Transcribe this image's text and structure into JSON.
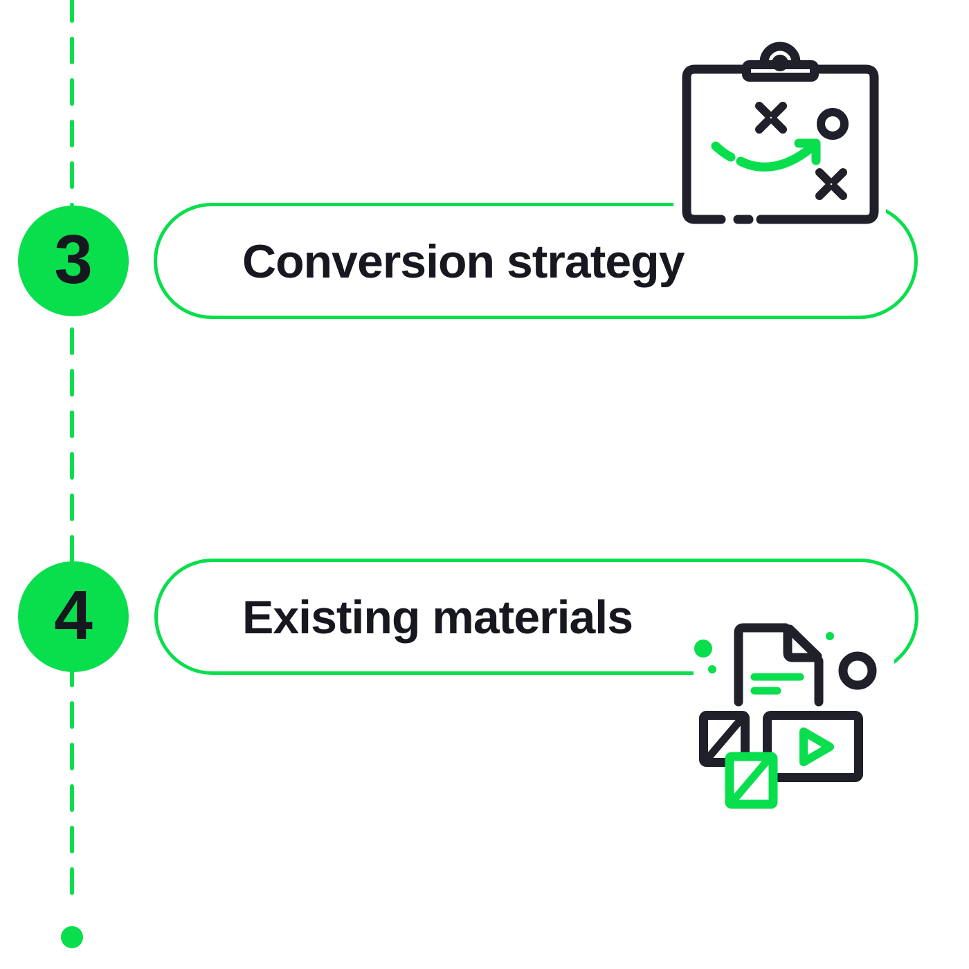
{
  "palette": {
    "green": "#09DE4D",
    "ink": "#20202A",
    "text": "#17171F",
    "background": "#FFFFFF"
  },
  "timeline": {
    "steps": [
      {
        "number": "3",
        "label": "Conversion strategy",
        "icon": "strategy-clipboard-icon"
      },
      {
        "number": "4",
        "label": "Existing materials",
        "icon": "existing-materials-icon"
      }
    ],
    "connector": "dashed-vertical-line-with-end-dot"
  }
}
